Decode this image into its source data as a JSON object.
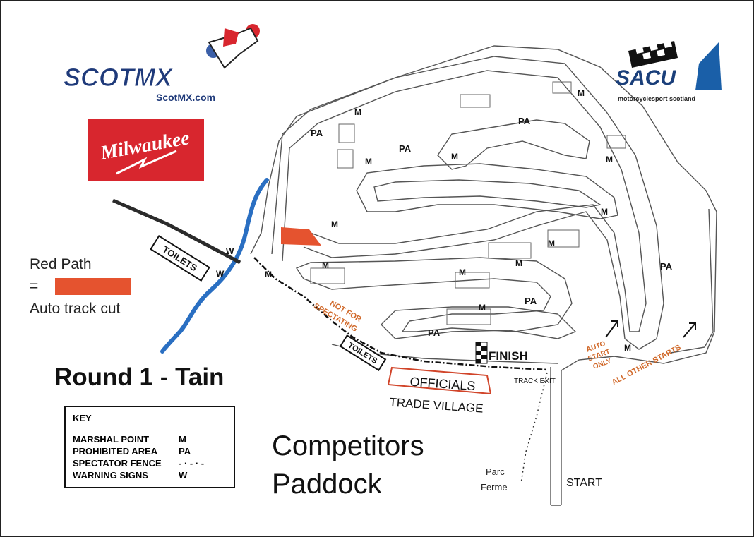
{
  "logos": {
    "scotmx": "SCOTMX",
    "scotmx_url": "ScotMX.com",
    "milwaukee": "Milwaukee",
    "sacu": "SACU",
    "sacu_tagline": "motorcyclesport scotland"
  },
  "legend_red_path": {
    "line1": "Red Path",
    "line2": "=",
    "line3": "Auto track cut",
    "color": "#e5532f"
  },
  "title": "Round 1 - Tain",
  "key": {
    "heading": "KEY",
    "rows": [
      {
        "label": "MARSHAL POINT",
        "symbol": "M"
      },
      {
        "label": "PROHIBITED AREA",
        "symbol": "PA"
      },
      {
        "label": "SPECTATOR FENCE",
        "symbol": "- · - · -"
      },
      {
        "label": "WARNING SIGNS",
        "symbol": "W"
      }
    ]
  },
  "paddock": {
    "line1": "Competitors",
    "line2": "Paddock"
  },
  "map_labels": {
    "toilets_left": "TOILETS",
    "toilets_right": "TOILETS",
    "w": "W",
    "m": "M",
    "pa": "PA",
    "not_for_spectating_1": "NOT FOR",
    "not_for_spectating_2": "SPECTATING",
    "finish": "FINISH",
    "officials": "OFFICIALS",
    "trade_village": "TRADE VILLAGE",
    "track_exit": "TRACK EXIT",
    "parc_ferme_1": "Parc",
    "parc_ferme_2": "Ferme",
    "start": "START",
    "auto_start_1": "AUTO",
    "auto_start_2": "START",
    "auto_start_3": "ONLY",
    "all_other_starts": "ALL OTHER STARTS"
  },
  "colors": {
    "river": "#2a6fc2",
    "red_cut": "#e5532f",
    "orange_text": "#d1692a",
    "scotmx_blue": "#1f3a7a",
    "milwaukee_red": "#d8262e",
    "sacu_blue": "#1a5fa8"
  }
}
